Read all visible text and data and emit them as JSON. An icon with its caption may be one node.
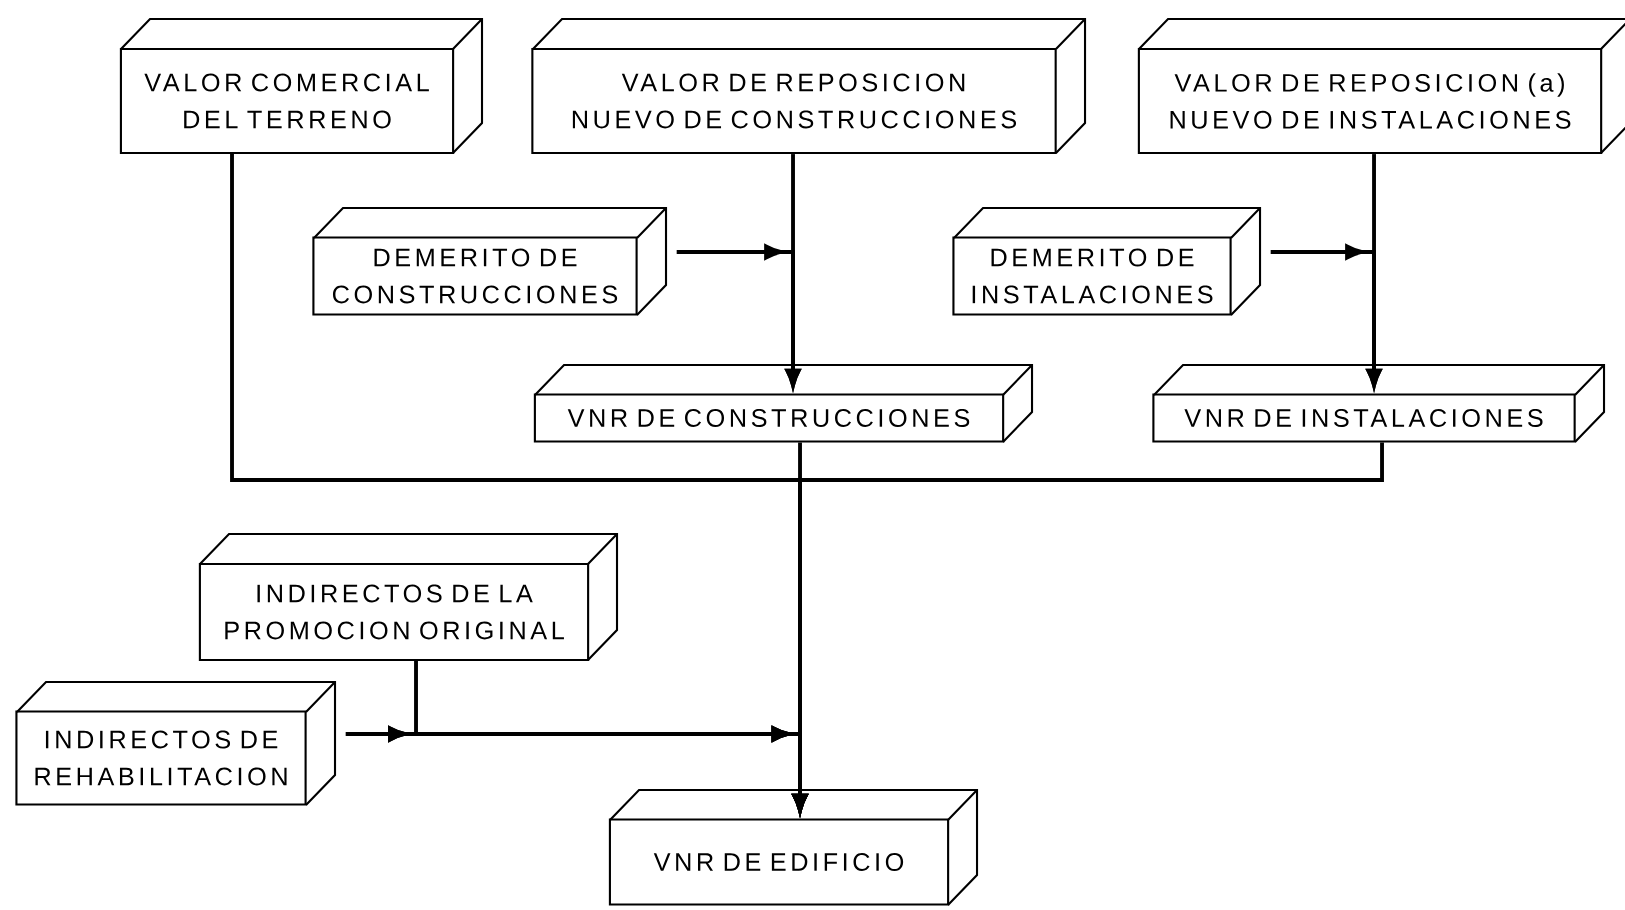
{
  "diagram": {
    "nodes": [
      {
        "text": [
          "VALOR COMERCIAL DEL TERRENO"
        ]
      },
      {
        "text": [
          "VALOR DE REPOSICION NUEVO DE CONSTRUCCIONES"
        ]
      },
      {
        "text": [
          "VALOR DE REPOSICION (a) NUEVO DE INSTALACIONES"
        ]
      },
      {
        "text": [
          "DEMERITO DE CONSTRUCCIONES"
        ]
      },
      {
        "text": [
          "DEMERITO DE INSTALACIONES"
        ]
      },
      {
        "text": [
          "VNR DE CONSTRUCCIONES"
        ]
      },
      {
        "text": [
          "VNR DE INSTALACIONES"
        ]
      },
      {
        "text": [
          "INDIRECTOS DE LA PROMOCION ORIGINAL"
        ]
      },
      {
        "text": [
          "INDIRECTOS DE REHABILITACION"
        ]
      },
      {
        "text": [
          "VNR DE EDIFICIO"
        ]
      }
    ],
    "edges": [
      {
        "from": 1,
        "to": 5,
        "arrow": "to"
      },
      {
        "from": 3,
        "to": 5,
        "arrow": "to"
      },
      {
        "from": 2,
        "to": 6,
        "arrow": "to"
      },
      {
        "from": 4,
        "to": 6,
        "arrow": "to"
      },
      {
        "from": 0,
        "to": 9,
        "arrow": "to"
      },
      {
        "from": 5,
        "to": 9,
        "arrow": "to"
      },
      {
        "from": 6,
        "to": 9,
        "arrow": "to"
      },
      {
        "from": 7,
        "to": 9,
        "arrow": "to"
      },
      {
        "from": 8,
        "to": 9,
        "arrow": "to"
      }
    ]
  }
}
